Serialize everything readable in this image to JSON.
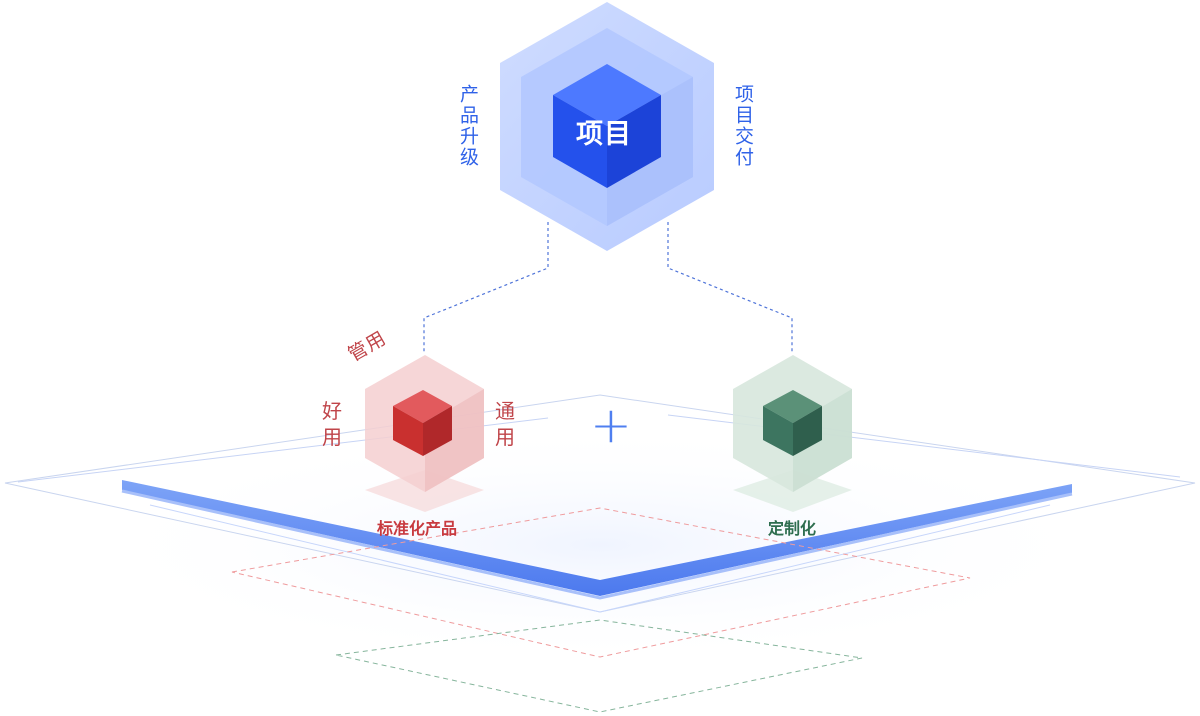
{
  "hub": {
    "label": "项目",
    "left_caption": "产品升级",
    "right_caption": "项目交付"
  },
  "standard": {
    "label": "标准化产品",
    "top_caption": "管用",
    "left_caption": "好用",
    "right_caption": "通用"
  },
  "plus_symbol": "+",
  "custom": {
    "label": "定制化"
  },
  "colors": {
    "blue_primary": "#2f5cf0",
    "blue_light": "#c9d8ff",
    "red_primary": "#d23a3e",
    "red_light": "#f3c6c8",
    "green_primary": "#2f6e56",
    "green_light": "#d3e4da",
    "platform_blue": "#5f8cf2"
  }
}
